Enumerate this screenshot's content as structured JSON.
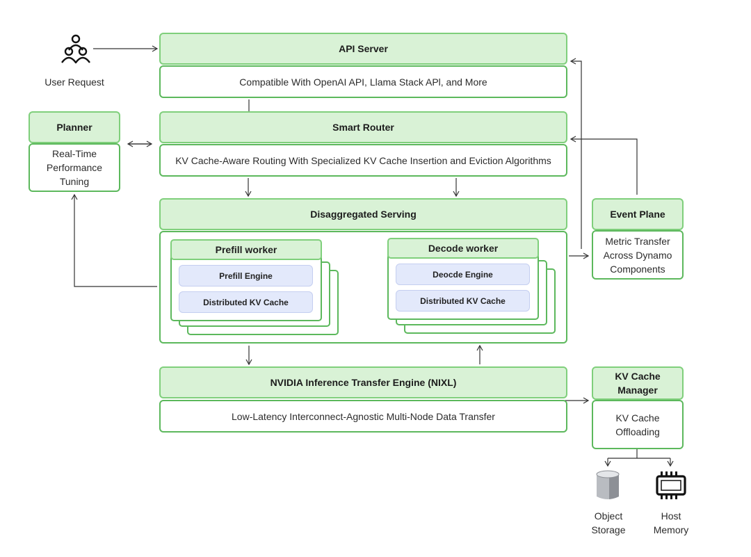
{
  "user": {
    "label": "User Request"
  },
  "api_server": {
    "title": "API Server",
    "desc": "Compatible With OpenAI API, Llama Stack APl, and More"
  },
  "smart_router": {
    "title": "Smart Router",
    "desc": "KV Cache-Aware Routing With Specialized KV Cache Insertion and Eviction Algorithms"
  },
  "planner": {
    "title": "Planner",
    "desc": "Real-Time Performance Tuning"
  },
  "disaggregated": {
    "title": "Disaggregated Serving"
  },
  "prefill": {
    "title": "Prefill worker",
    "engine": "Prefill Engine",
    "cache": "Distributed KV Cache"
  },
  "decode": {
    "title": "Decode worker",
    "engine": "Deocde Engine",
    "cache": "Distributed KV Cache"
  },
  "event_plane": {
    "title": "Event Plane",
    "desc": "Metric Transfer Across Dynamo Components"
  },
  "nixl": {
    "title": "NVIDIA Inference Transfer Engine (NIXL)",
    "desc": "Low-Latency Interconnect-Agnostic Multi-Node Data Transfer"
  },
  "kv_manager": {
    "title": "KV Cache Manager",
    "desc": "KV Cache Offloading"
  },
  "object_storage": {
    "label": "Object Storage"
  },
  "host_memory": {
    "label": "Host Memory"
  },
  "colors": {
    "header_fill": "#d9f2d6",
    "border": "#5cb85c",
    "engine_fill": "#e3e9fb"
  }
}
